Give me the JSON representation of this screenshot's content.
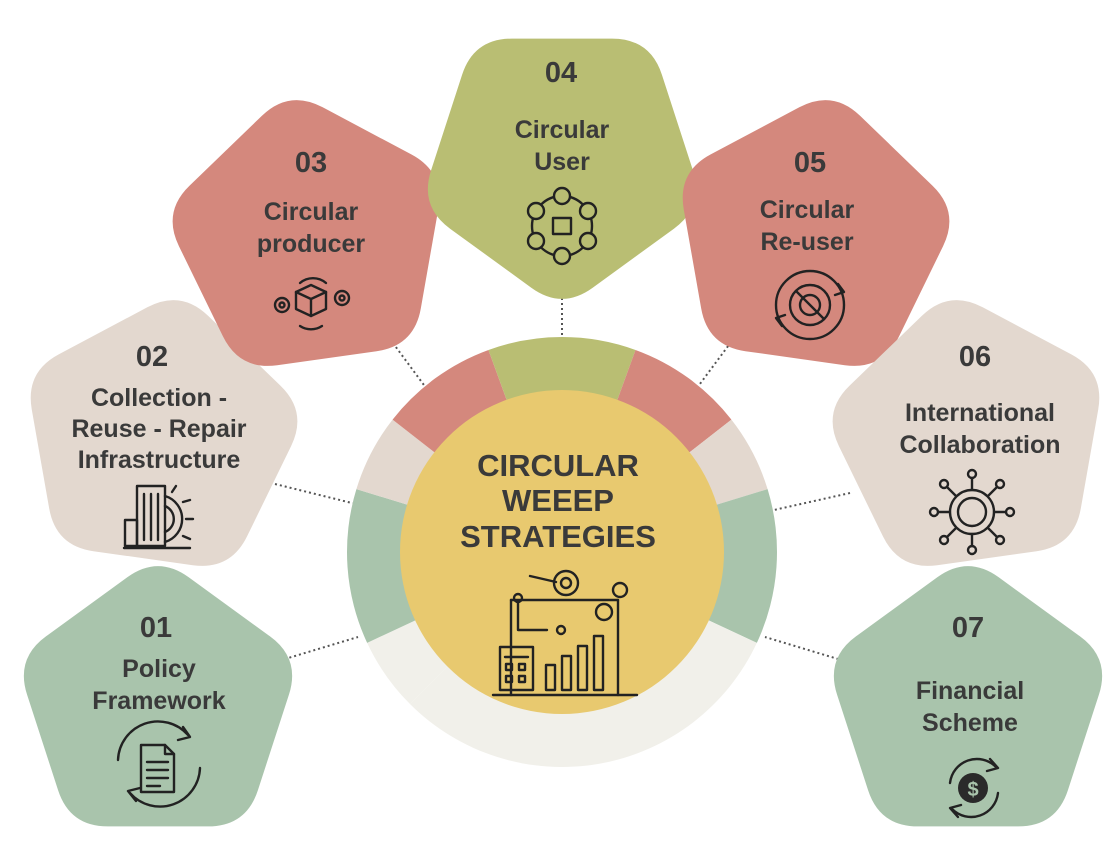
{
  "center": {
    "title_lines": [
      "CIRCULAR",
      "WEEEP",
      "STRATEGIES"
    ],
    "icon": "analytics-dashboard-icon"
  },
  "colors": {
    "green": "#a9c4ac",
    "beige": "#e3d8cf",
    "red": "#d4887d",
    "olive": "#b9be73",
    "center": "#e8c96f",
    "ring_white": "#f1f0ea"
  },
  "strategies": [
    {
      "number": "01",
      "lines": [
        "Policy",
        "Framework"
      ],
      "icon": "policy-document-cycle-icon",
      "color": "green"
    },
    {
      "number": "02",
      "lines": [
        "Collection -",
        "Reuse - Repair",
        "Infrastructure"
      ],
      "icon": "building-gear-icon",
      "color": "beige"
    },
    {
      "number": "03",
      "lines": [
        "Circular",
        "producer"
      ],
      "icon": "box-gears-cycle-icon",
      "color": "red"
    },
    {
      "number": "04",
      "lines": [
        "Circular",
        "User"
      ],
      "icon": "user-network-icon",
      "color": "olive"
    },
    {
      "number": "05",
      "lines": [
        "Circular",
        "Re-user"
      ],
      "icon": "wrench-gear-cycle-icon",
      "color": "red"
    },
    {
      "number": "06",
      "lines": [
        "International",
        "Collaboration"
      ],
      "icon": "network-gear-icon",
      "color": "beige"
    },
    {
      "number": "07",
      "lines": [
        "Financial",
        "Scheme"
      ],
      "icon": "dollar-cycle-icon",
      "color": "green"
    }
  ]
}
